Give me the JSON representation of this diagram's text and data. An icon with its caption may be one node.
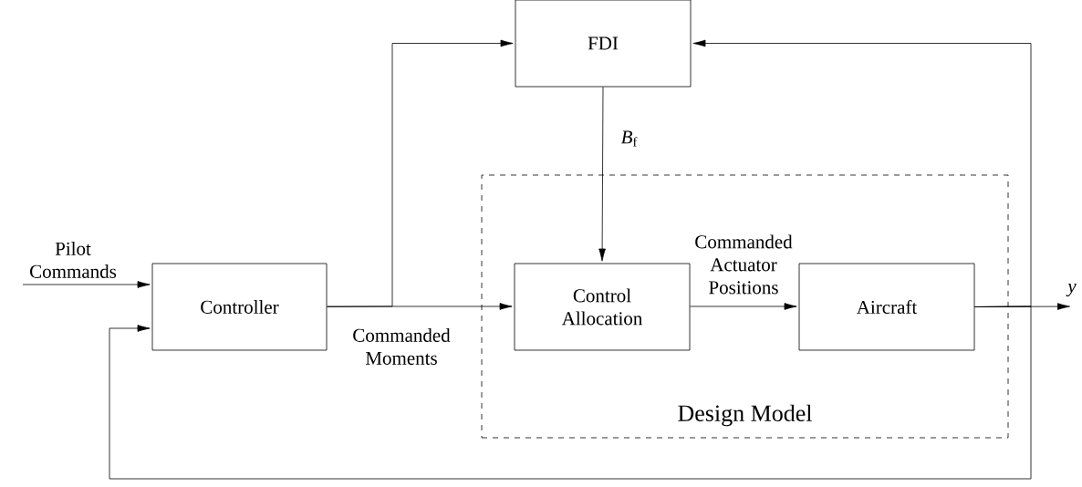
{
  "diagram": {
    "nodes": [
      {
        "text": [
          "FDI"
        ]
      },
      {
        "text": [
          "Design Model"
        ]
      },
      {
        "text": [
          "Controller"
        ]
      },
      {
        "text": [
          "Control Allocation"
        ],
        "in": 1
      },
      {
        "text": [
          "Aircraft"
        ],
        "in": 1
      }
    ],
    "edges": [
      {
        "from": null,
        "to": 2,
        "arrow": "to",
        "label": "Pilot Commands"
      },
      {
        "from": 2,
        "to": 3,
        "arrow": "to",
        "label": "Commanded Moments"
      },
      {
        "from": 2,
        "to": 0,
        "arrow": "to"
      },
      {
        "from": 0,
        "to": 3,
        "arrow": "to",
        "label": "*B*$_{f}$"
      },
      {
        "from": 3,
        "to": 4,
        "arrow": "to",
        "label": "Commanded Actuator Positions"
      },
      {
        "from": 4,
        "to": null,
        "arrow": "to",
        "label": "y"
      },
      {
        "from": 4,
        "to": 0,
        "arrow": "to"
      },
      {
        "from": 4,
        "to": 2,
        "arrow": "to"
      }
    ]
  }
}
